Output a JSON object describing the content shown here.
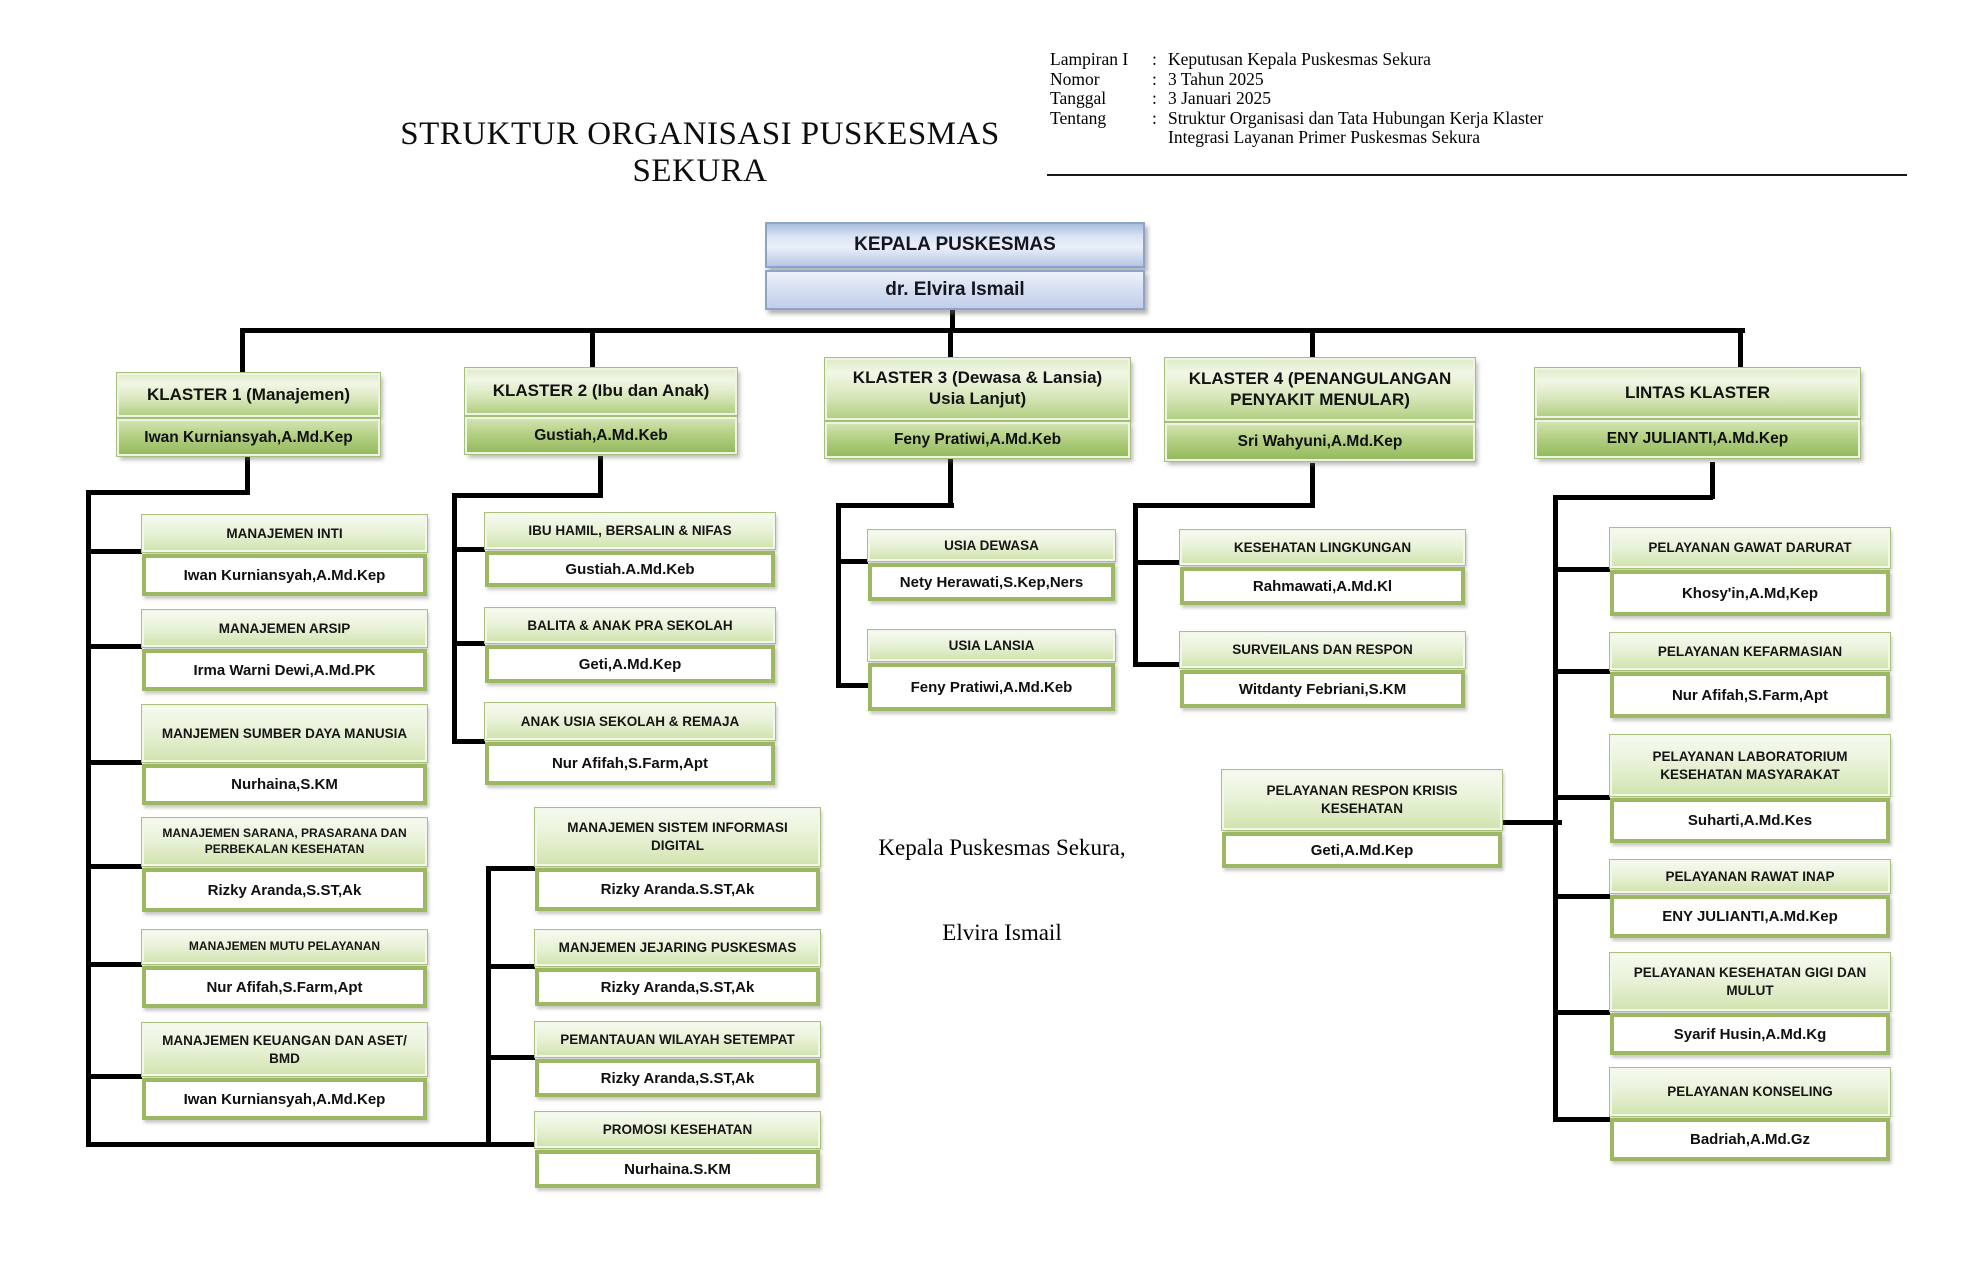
{
  "page_title": "STRUKTUR ORGANISASI PUSKESMAS SEKURA",
  "memo": {
    "rows": [
      {
        "label": "Lampiran I",
        "value": "Keputusan Kepala Puskesmas Sekura"
      },
      {
        "label": "Nomor",
        "value": "3 Tahun 2025"
      },
      {
        "label": "Tanggal",
        "value": "3 Januari 2025"
      },
      {
        "label": "Tentang",
        "value": "Struktur Organisasi dan Tata Hubungan Kerja Klaster  Integrasi Layanan Primer Puskesmas Sekura"
      }
    ]
  },
  "root": {
    "title": "KEPALA PUSKESMAS",
    "name": "dr. Elvira Ismail"
  },
  "clusters": [
    {
      "title": "KLASTER 1 (Manajemen)",
      "head": "Iwan Kurniansyah,A.Md.Kep",
      "units": [
        {
          "title": "MANAJEMEN INTI",
          "name": "Iwan Kurniansyah,A.Md.Kep"
        },
        {
          "title": "MANAJEMEN ARSIP",
          "name": "Irma Warni Dewi,A.Md.PK"
        },
        {
          "title": "MANJEMEN SUMBER DAYA MANUSIA",
          "name": "Nurhaina,S.KM"
        },
        {
          "title": "MANAJEMEN SARANA, PRASARANA DAN PERBEKALAN KESEHATAN",
          "name": "Rizky Aranda,S.ST,Ak"
        },
        {
          "title": "MANAJEMEN MUTU PELAYANAN",
          "name": "Nur Afifah,S.Farm,Apt"
        },
        {
          "title": "MANAJEMEN KEUANGAN DAN ASET/ BMD",
          "name": "Iwan Kurniansyah,A.Md.Kep"
        }
      ]
    },
    {
      "title": "KLASTER 2 (Ibu dan Anak)",
      "head": "Gustiah,A.Md.Keb",
      "units": [
        {
          "title": "IBU HAMIL, BERSALIN & NIFAS",
          "name": "Gustiah.A.Md.Keb"
        },
        {
          "title": "BALITA & ANAK PRA SEKOLAH",
          "name": "Geti,A.Md.Kep"
        },
        {
          "title": "ANAK USIA SEKOLAH & REMAJA",
          "name": "Nur Afifah,S.Farm,Apt"
        }
      ]
    },
    {
      "title": "KLASTER 3 (Dewasa & Lansia) Usia Lanjut)",
      "head": "Feny Pratiwi,A.Md.Keb",
      "units": [
        {
          "title": "USIA DEWASA",
          "name": "Nety Herawati,S.Kep,Ners"
        },
        {
          "title": "USIA LANSIA",
          "name": "Feny Pratiwi,A.Md.Keb"
        }
      ]
    },
    {
      "title": "KLASTER 4 (PENANGULANGAN PENYAKIT MENULAR)",
      "head": "Sri Wahyuni,A.Md.Kep",
      "units": [
        {
          "title": "KESEHATAN LINGKUNGAN",
          "name": "Rahmawati,A.Md.Kl"
        },
        {
          "title": "SURVEILANS DAN RESPON",
          "name": "Witdanty Febriani,S.KM"
        }
      ]
    },
    {
      "title": "LINTAS KLASTER",
      "head": "ENY JULIANTI,A.Md.Kep",
      "units": [
        {
          "title": "PELAYANAN GAWAT DARURAT",
          "name": "Khosy'in,A.Md,Kep"
        },
        {
          "title": "PELAYANAN KEFARMASIAN",
          "name": "Nur Afifah,S.Farm,Apt"
        },
        {
          "title": "PELAYANAN LABORATORIUM KESEHATAN MASYARAKAT",
          "name": "Suharti,A.Md.Kes"
        },
        {
          "title": "PELAYANAN RAWAT INAP",
          "name": "ENY JULIANTI,A.Md.Kep"
        },
        {
          "title": "PELAYANAN KESEHATAN GIGI DAN MULUT",
          "name": "Syarif Husin,A.Md.Kg"
        },
        {
          "title": "PELAYANAN KONSELING",
          "name": "Badriah,A.Md.Gz"
        }
      ]
    }
  ],
  "info_units": [
    {
      "title": "MANAJEMEN SISTEM INFORMASI DIGITAL",
      "name": "Rizky Aranda.S.ST,Ak"
    },
    {
      "title": "MANJEMEN JEJARING PUSKESMAS",
      "name": "Rizky Aranda,S.ST,Ak"
    },
    {
      "title": "PEMANTAUAN WILAYAH SETEMPAT",
      "name": "Rizky Aranda,S.ST,Ak"
    },
    {
      "title": "PROMOSI KESEHATAN",
      "name": "Nurhaina.S.KM"
    }
  ],
  "crisis_unit": {
    "title": "PELAYANAN RESPON KRISIS KESEHATAN",
    "name": "Geti,A.Md.Kep"
  },
  "signature": {
    "line1": "Kepala Puskesmas Sekura,",
    "line2": "Elvira Ismail"
  },
  "colors": {
    "root_box_blue": "#bccdea",
    "cluster_green_border": "#9cb863",
    "cluster_green_fill": "#b3cf83",
    "connector_black": "#000000"
  }
}
